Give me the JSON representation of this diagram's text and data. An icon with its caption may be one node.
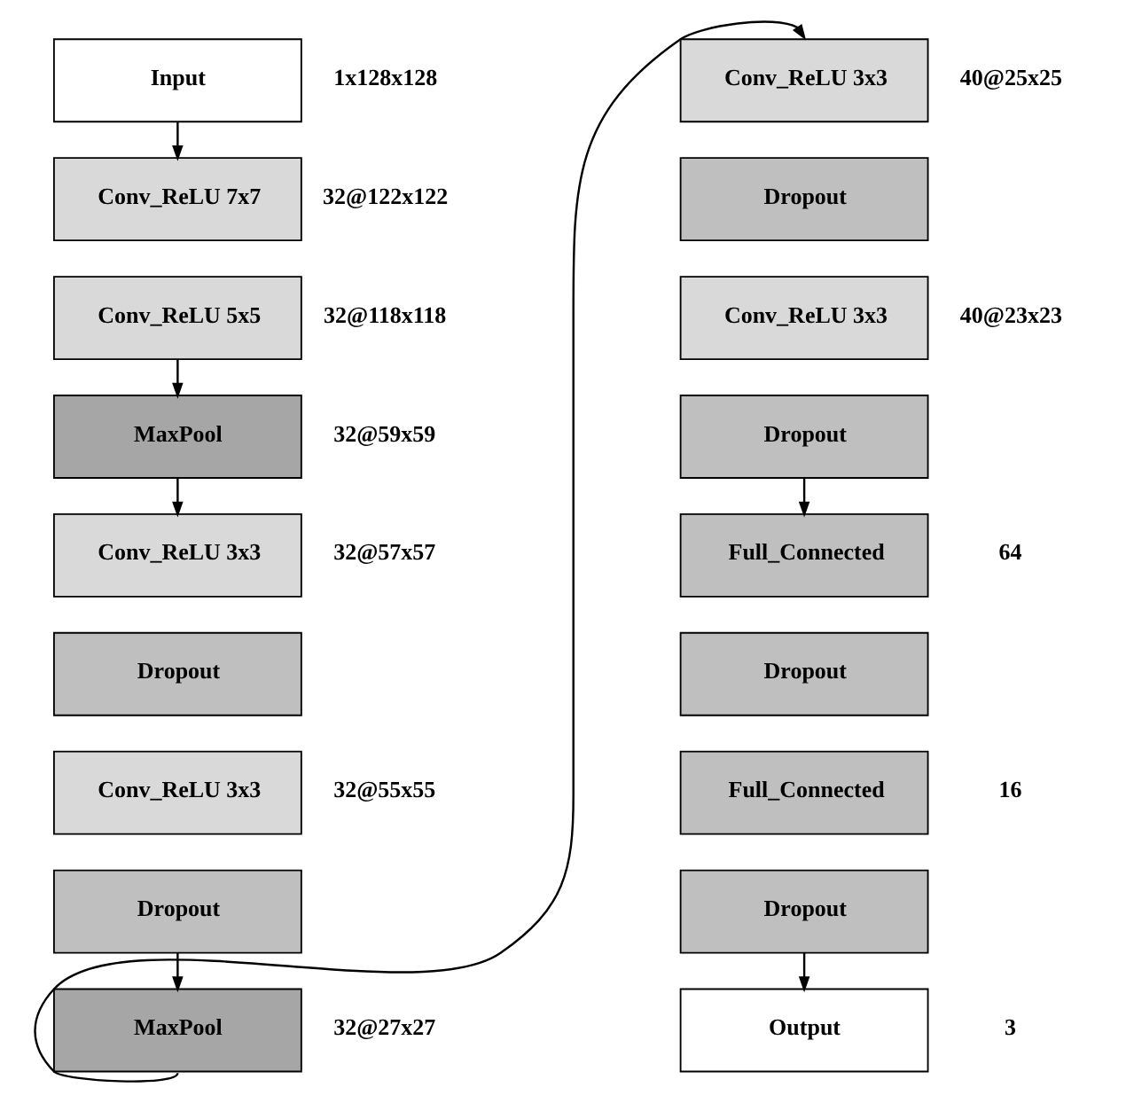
{
  "diagram": {
    "nodes": [
      {
        "text": [
          "Input"
        ],
        "beside": [
          "1x128x128"
        ]
      },
      {
        "text": [
          "Conv_ReLU 7x7"
        ],
        "beside": [
          "32@122x122"
        ]
      },
      {
        "text": [
          "Conv_ReLU 5x5"
        ],
        "beside": [
          "32@118x118"
        ]
      },
      {
        "text": [
          "MaxPool"
        ],
        "beside": [
          "32@59x59"
        ]
      },
      {
        "text": [
          "Conv_ReLU 3x3"
        ],
        "beside": [
          "32@57x57"
        ]
      },
      {
        "text": [
          "Dropout"
        ]
      },
      {
        "text": [
          "Conv_ReLU 3x3"
        ],
        "beside": [
          "32@55x55"
        ]
      },
      {
        "text": [
          "Dropout"
        ]
      },
      {
        "text": [
          "MaxPool"
        ],
        "beside": [
          "32@27x27"
        ]
      },
      {
        "text": [
          "Conv_ReLU 3x3"
        ],
        "beside": [
          "40@25x25"
        ]
      },
      {
        "text": [
          "Dropout"
        ]
      },
      {
        "text": [
          "Conv_ReLU 3x3"
        ],
        "beside": [
          "40@23x23"
        ]
      },
      {
        "text": [
          "Dropout"
        ]
      },
      {
        "text": [
          "Full_Connected"
        ],
        "beside": [
          "64"
        ]
      },
      {
        "text": [
          "Dropout"
        ]
      },
      {
        "text": [
          "Full_Connected"
        ],
        "beside": [
          "16"
        ]
      },
      {
        "text": [
          "Dropout"
        ]
      },
      {
        "text": [
          "Output"
        ],
        "beside": [
          "3"
        ]
      }
    ],
    "edges": [
      {
        "from": 0,
        "to": 1,
        "arrow": "to"
      },
      {
        "from": 2,
        "to": 3,
        "arrow": "to"
      },
      {
        "from": 3,
        "to": 4,
        "arrow": "to"
      },
      {
        "from": 7,
        "to": 8,
        "arrow": "to"
      },
      {
        "from": 8,
        "to": 9,
        "arrow": "to"
      },
      {
        "from": 12,
        "to": 13,
        "arrow": "to"
      },
      {
        "from": 16,
        "to": 17,
        "arrow": "to"
      }
    ]
  }
}
